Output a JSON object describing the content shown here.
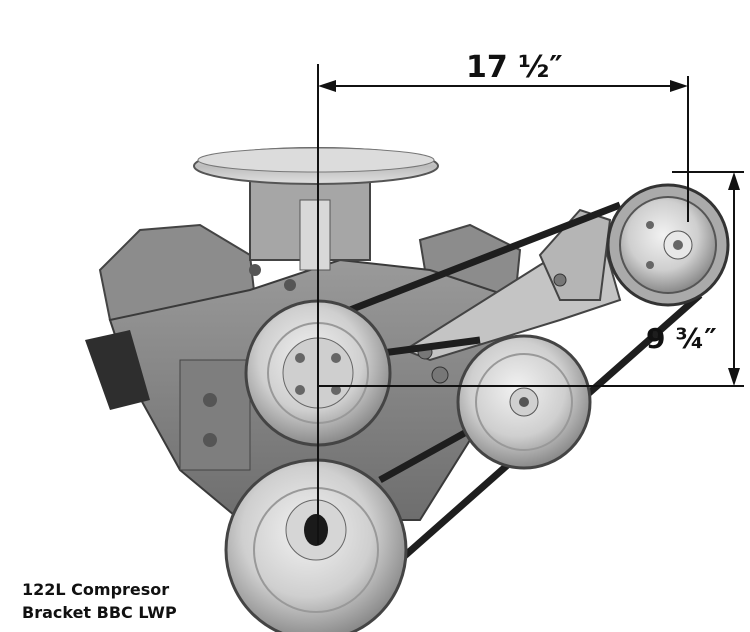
{
  "dimensions": {
    "width_label": "17 ½″",
    "height_label": "9 ¾″"
  },
  "caption": {
    "line1": "122L Compresor",
    "line2": "Bracket BBC LWP"
  }
}
